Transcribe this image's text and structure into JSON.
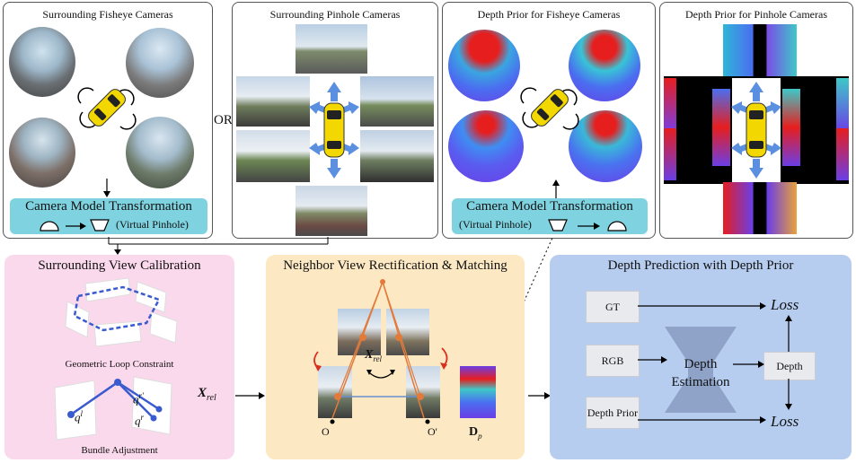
{
  "panels": {
    "fisheye": {
      "title": "Surrounding Fisheye Cameras",
      "transform_title": "Camera Model Transformation",
      "transform_sub": "(Virtual Pinhole)"
    },
    "or_label": "OR",
    "pinhole": {
      "title": "Surrounding Pinhole Cameras"
    },
    "depth_fisheye": {
      "title": "Depth Prior for Fisheye Cameras",
      "transform_title": "Camera Model Transformation",
      "transform_sub": "(Virtual Pinhole)"
    },
    "depth_pinhole": {
      "title": "Depth Prior for Pinhole Cameras"
    }
  },
  "calibration": {
    "title": "Surrounding View Calibration",
    "loop_label": "Geometric Loop Constraint",
    "ba_label": "Bundle Adjustment",
    "q_l": "q",
    "q_l_sup": "l",
    "q_r1": "q",
    "q_r1_sup": "r'",
    "q_r2": "q",
    "q_r2_sup": "r",
    "x_rel": "X",
    "x_rel_sub": "rel"
  },
  "rectification": {
    "title": "Neighbor View Rectification & Matching",
    "x_rel": "X",
    "x_rel_sub": "rel",
    "origin_left": "O",
    "origin_right": "O'",
    "dp": "D",
    "dp_sub": "p"
  },
  "depth_prediction": {
    "title": "Depth Prediction with Depth Prior",
    "gt": "GT",
    "rgb": "RGB",
    "prior": "Depth Prior",
    "estimation": "Depth Estimation",
    "depth": "Depth",
    "loss_top": "Loss",
    "loss_bottom": "Loss"
  },
  "colors": {
    "car_yellow": "#f2d700",
    "depth_blue": "#6b4de6",
    "depth_red": "#e61e1e",
    "cyan_box": "#7fd3e0",
    "calib_bg": "#fbd9ec",
    "rect_bg": "#fce9c3",
    "pred_bg": "#b6cdf0",
    "encoder": "#8fa3c8",
    "arrow_red": "#d9301e",
    "loop_blue": "#3a5bd0"
  }
}
